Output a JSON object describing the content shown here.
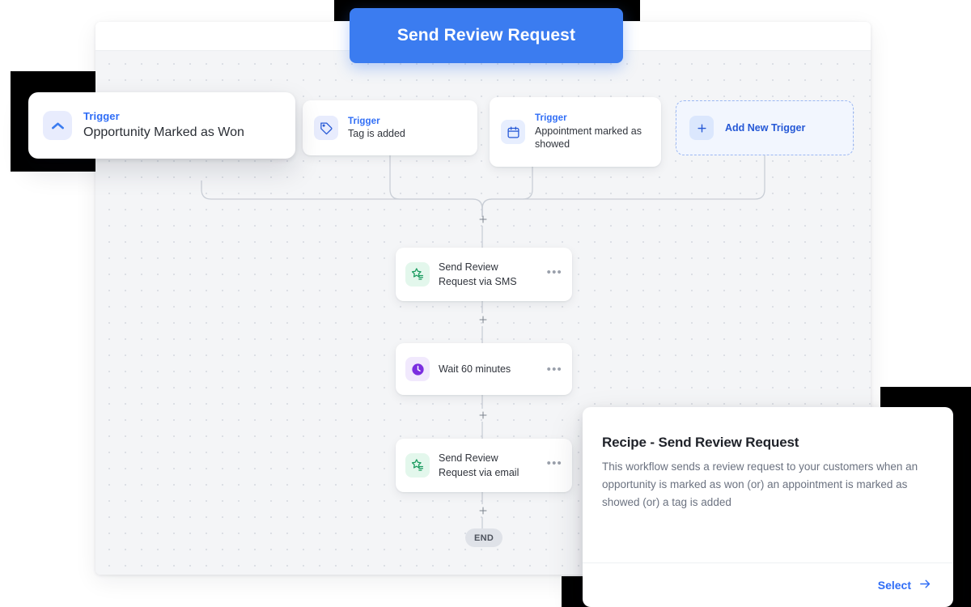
{
  "page": {
    "background_color": "#ffffff",
    "accent_color": "#3b7cf0",
    "canvas_color": "#f4f5f7"
  },
  "floating_button": {
    "label": "Send Review Request"
  },
  "workflow": {
    "triggers": [
      {
        "id": "opportunity-won",
        "kicker": "Trigger",
        "title": "Opportunity Marked as Won",
        "icon": "chevron-up-icon",
        "highlighted": true
      },
      {
        "id": "tag-added",
        "kicker": "Trigger",
        "title": "Tag is added",
        "icon": "tag-icon",
        "highlighted": false
      },
      {
        "id": "appointment-showed",
        "kicker": "Trigger",
        "title": "Appointment marked as showed",
        "icon": "calendar-icon",
        "highlighted": false
      }
    ],
    "add_trigger": {
      "label": "Add New Trigger",
      "icon": "plus-icon"
    },
    "actions": [
      {
        "id": "send-sms",
        "title": "Send Review Request via SMS",
        "icon": "review-star-icon",
        "menu": "•••"
      },
      {
        "id": "wait-60",
        "title": "Wait 60 minutes",
        "icon": "clock-icon",
        "menu": "•••"
      },
      {
        "id": "send-email",
        "title": "Send Review Request via email",
        "icon": "review-star-icon",
        "menu": "•••"
      }
    ],
    "add_step_label": "+",
    "end_label": "END"
  },
  "recipe_panel": {
    "title": "Recipe - Send Review Request",
    "description": "This workflow sends a review request to your customers when an opportunity is marked as won (or) an appointment is marked as showed (or) a tag is added",
    "select_label": "Select"
  }
}
